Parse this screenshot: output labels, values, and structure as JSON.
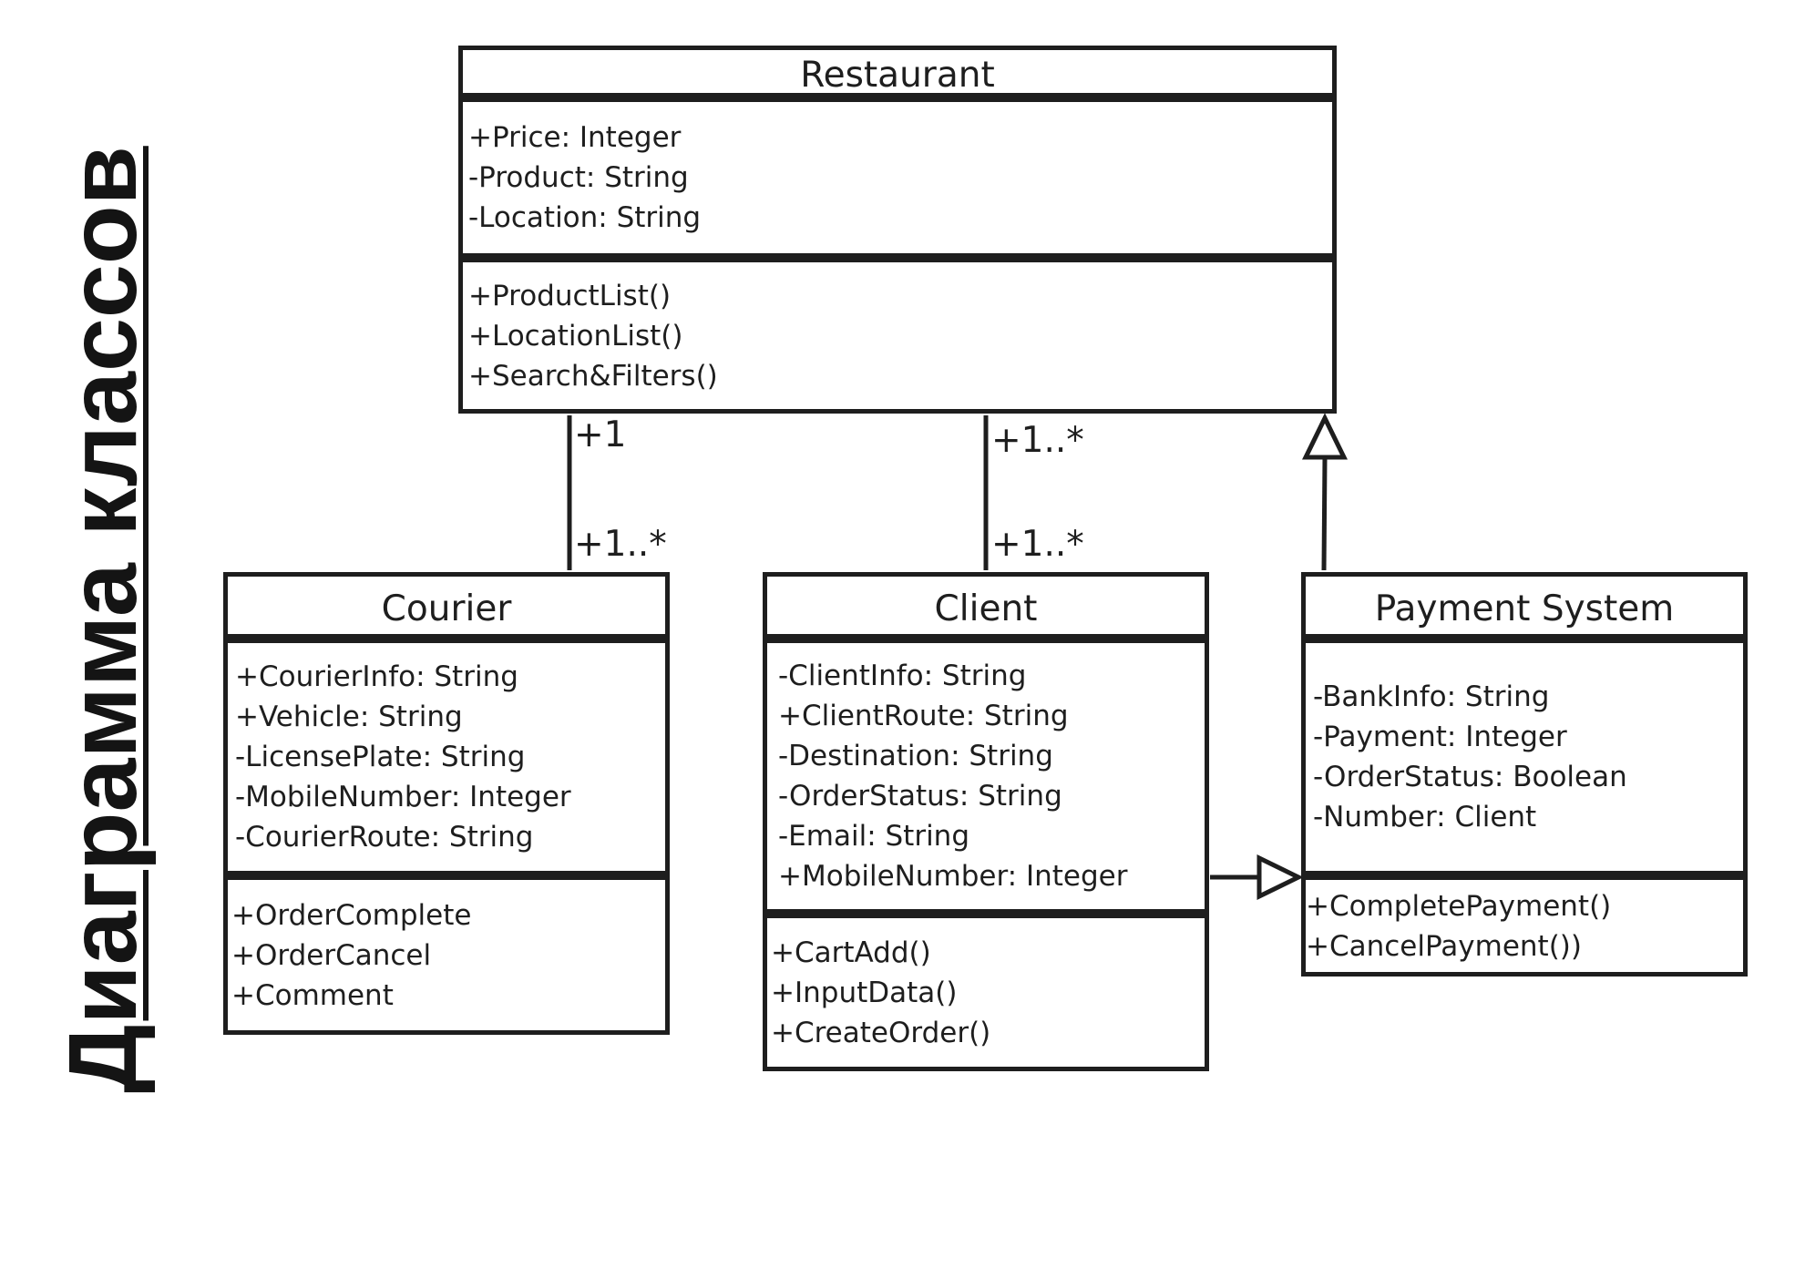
{
  "title": "Диаграмма классов",
  "classes": {
    "restaurant": {
      "name": "Restaurant",
      "attributes": [
        "+Price: Integer",
        "-Product: String",
        "-Location: String"
      ],
      "methods": [
        "+ProductList()",
        "+LocationList()",
        "+Search&Filters()"
      ]
    },
    "courier": {
      "name": "Courier",
      "attributes": [
        "+CourierInfo: String",
        "+Vehicle: String",
        "-LicensePlate: String",
        "-MobileNumber: Integer",
        "-CourierRoute: String"
      ],
      "methods": [
        "+OrderComplete",
        "+OrderCancel",
        "+Comment"
      ]
    },
    "client": {
      "name": "Client",
      "attributes": [
        "-ClientInfo: String",
        "+ClientRoute: String",
        "-Destination: String",
        "-OrderStatus: String",
        "-Email: String",
        "+MobileNumber: Integer"
      ],
      "methods": [
        "+CartAdd()",
        "+InputData()",
        "+CreateOrder()"
      ]
    },
    "payment": {
      "name": "Payment System",
      "attributes": [
        "-BankInfo: String",
        "-Payment: Integer",
        "-OrderStatus: Boolean",
        "-Number: Client"
      ],
      "methods": [
        "+CompletePayment()",
        "+CancelPayment())"
      ]
    }
  },
  "multiplicities": {
    "restaurant_courier_top": "+1",
    "restaurant_courier_bottom": "+1..*",
    "restaurant_client_top": "+1..*",
    "restaurant_client_bottom": "+1..*"
  },
  "relationships": [
    {
      "from": "courier",
      "to": "restaurant",
      "kind": "association"
    },
    {
      "from": "client",
      "to": "restaurant",
      "kind": "association"
    },
    {
      "from": "payment",
      "to": "restaurant",
      "kind": "generalization"
    },
    {
      "from": "client",
      "to": "payment",
      "kind": "generalization"
    }
  ]
}
